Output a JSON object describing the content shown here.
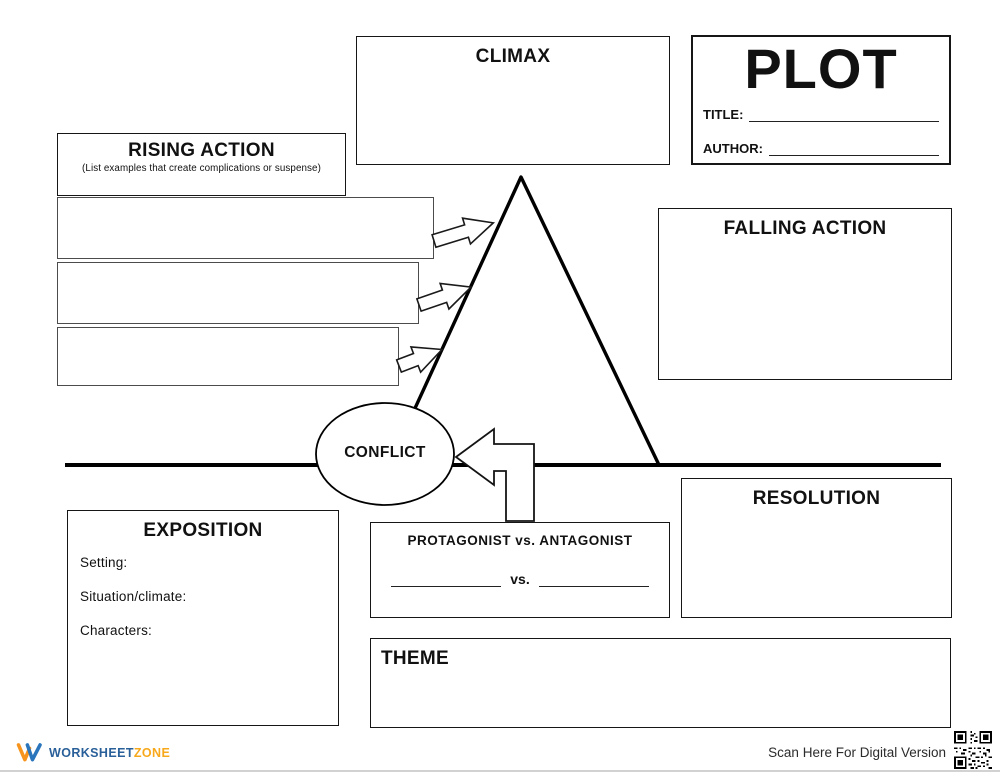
{
  "diagram": {
    "climax": {
      "label": "CLIMAX"
    },
    "plot": {
      "title": "PLOT",
      "title_label": "TITLE:",
      "author_label": "AUTHOR:"
    },
    "rising_action": {
      "label": "RISING ACTION",
      "subtitle": "(List examples that create complications or suspense)"
    },
    "falling_action": {
      "label": "FALLING ACTION"
    },
    "conflict": {
      "label": "CONFLICT"
    },
    "exposition": {
      "label": "EXPOSITION",
      "fields": [
        "Setting:",
        "Situation/climate:",
        "Characters:"
      ]
    },
    "protagonist": {
      "heading": "PROTAGONIST vs. ANTAGONIST",
      "vs": "vs."
    },
    "resolution": {
      "label": "RESOLUTION"
    },
    "theme": {
      "label": "THEME"
    }
  },
  "footer": {
    "brand_primary": "WORKSHEET",
    "brand_secondary": "ZONE",
    "scan_text": "Scan Here For Digital Version"
  },
  "icons": {
    "logo": "w-logo-icon",
    "qr": "qr-code-icon"
  },
  "colors": {
    "line": "#000000",
    "text": "#111111",
    "brand_orange": "#F7941D",
    "brand_blue": "#2A75BB"
  }
}
